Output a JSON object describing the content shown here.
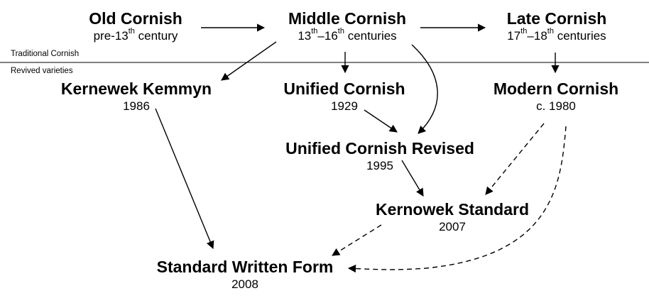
{
  "sections": {
    "traditional": "Traditional Cornish",
    "revived": "Revived varieties"
  },
  "nodes": {
    "old_cornish": {
      "title": "Old Cornish",
      "sub_pre": "pre-13",
      "sub_sup": "th",
      "sub_post": " century"
    },
    "middle_cornish": {
      "title": "Middle Cornish",
      "sub_a": "13",
      "sub_a_sup": "th",
      "sub_mid": "–16",
      "sub_b_sup": "th",
      "sub_post": " centuries"
    },
    "late_cornish": {
      "title": "Late Cornish",
      "sub_a": "17",
      "sub_a_sup": "th",
      "sub_mid": "–18",
      "sub_b_sup": "th",
      "sub_post": " centuries"
    },
    "kernewek_kemmyn": {
      "title": "Kernewek Kemmyn",
      "year": "1986"
    },
    "unified_cornish": {
      "title": "Unified Cornish",
      "year": "1929"
    },
    "modern_cornish": {
      "title": "Modern Cornish",
      "year": "c. 1980"
    },
    "unified_cornish_revised": {
      "title": "Unified Cornish Revised",
      "year": "1995"
    },
    "kernowek_standard": {
      "title": "Kernowek Standard",
      "year": "2007"
    },
    "standard_written_form": {
      "title": "Standard Written Form",
      "year": "2008"
    }
  },
  "edges": [
    {
      "from": "old_cornish",
      "to": "middle_cornish",
      "style": "solid"
    },
    {
      "from": "middle_cornish",
      "to": "late_cornish",
      "style": "solid"
    },
    {
      "from": "middle_cornish",
      "to": "kernewek_kemmyn",
      "style": "solid"
    },
    {
      "from": "middle_cornish",
      "to": "unified_cornish",
      "style": "solid"
    },
    {
      "from": "middle_cornish",
      "to": "unified_cornish_revised",
      "style": "solid"
    },
    {
      "from": "late_cornish",
      "to": "modern_cornish",
      "style": "solid"
    },
    {
      "from": "unified_cornish",
      "to": "unified_cornish_revised",
      "style": "solid"
    },
    {
      "from": "unified_cornish_revised",
      "to": "kernowek_standard",
      "style": "solid"
    },
    {
      "from": "kernewek_kemmyn",
      "to": "standard_written_form",
      "style": "solid"
    },
    {
      "from": "modern_cornish",
      "to": "kernowek_standard",
      "style": "dashed"
    },
    {
      "from": "kernowek_standard",
      "to": "standard_written_form",
      "style": "dashed"
    },
    {
      "from": "modern_cornish",
      "to": "standard_written_form",
      "style": "dashed"
    }
  ]
}
